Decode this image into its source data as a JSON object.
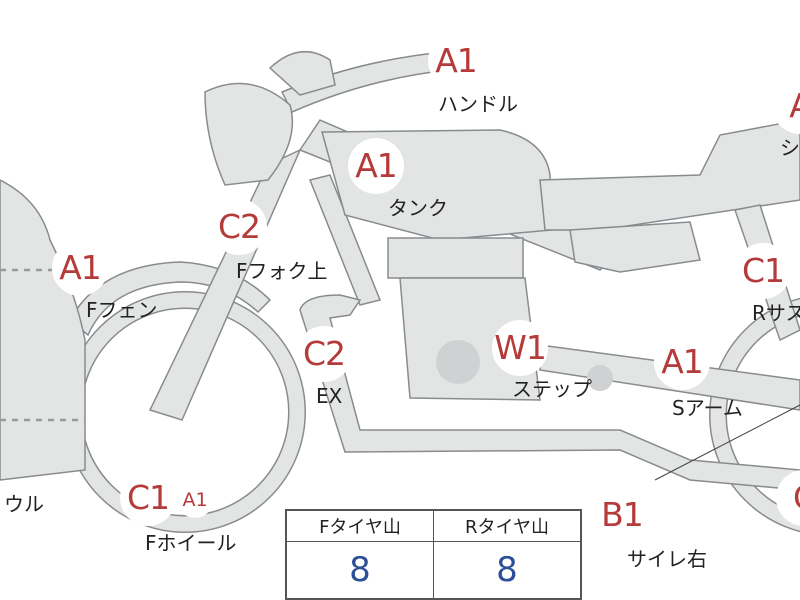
{
  "colors": {
    "bike_fill": "#e3e4e4",
    "bike_stroke": "#888b8f",
    "grade_text": "#b53a3a",
    "table_value": "#2c4f97"
  },
  "parts": [
    {
      "id": "handle",
      "grade": "A1",
      "label": "ハンドル"
    },
    {
      "id": "seat",
      "grade": "A",
      "label": "シ"
    },
    {
      "id": "tank",
      "grade": "A1",
      "label": "タンク"
    },
    {
      "id": "ffork",
      "grade": "C2",
      "label": "Fフォク上"
    },
    {
      "id": "ffender",
      "grade": "A1",
      "label": "Fフェン"
    },
    {
      "id": "rsus",
      "grade": "C1",
      "label": "Rサス"
    },
    {
      "id": "ex",
      "grade": "C2",
      "label": "EX"
    },
    {
      "id": "step",
      "grade": "W1",
      "label": "ステップ"
    },
    {
      "id": "sarm",
      "grade": "A1",
      "label": "Sアーム"
    },
    {
      "id": "cowl",
      "grade": "",
      "label": "ウル"
    },
    {
      "id": "fwheel",
      "grade": "C1",
      "label": "Fホイール"
    },
    {
      "id": "fwheel_sub",
      "grade": "A1",
      "label": ""
    },
    {
      "id": "muffler",
      "grade": "B1",
      "label": "サイレ右"
    },
    {
      "id": "rwheel",
      "grade": "C",
      "label": ""
    }
  ],
  "tread_table": {
    "headers": [
      "Fタイヤ山",
      "Rタイヤ山"
    ],
    "values": [
      "8",
      "8"
    ]
  }
}
